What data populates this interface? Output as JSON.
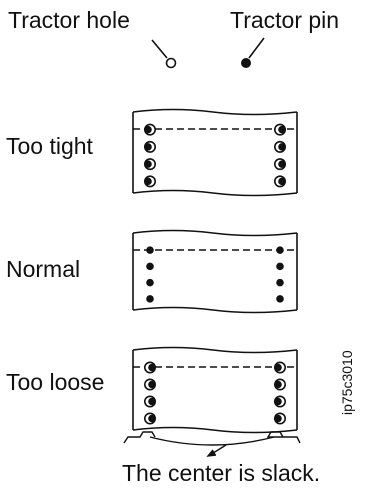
{
  "legend": {
    "hole_label": "Tractor hole",
    "pin_label": "Tractor pin"
  },
  "panels": [
    {
      "label": "Too tight",
      "state": "tight"
    },
    {
      "label": "Normal",
      "state": "normal"
    },
    {
      "label": "Too loose",
      "state": "loose"
    }
  ],
  "caption": "The center is slack.",
  "figure_id": "ip75c3010",
  "colors": {
    "ink": "#111111",
    "paper": "#ffffff"
  }
}
